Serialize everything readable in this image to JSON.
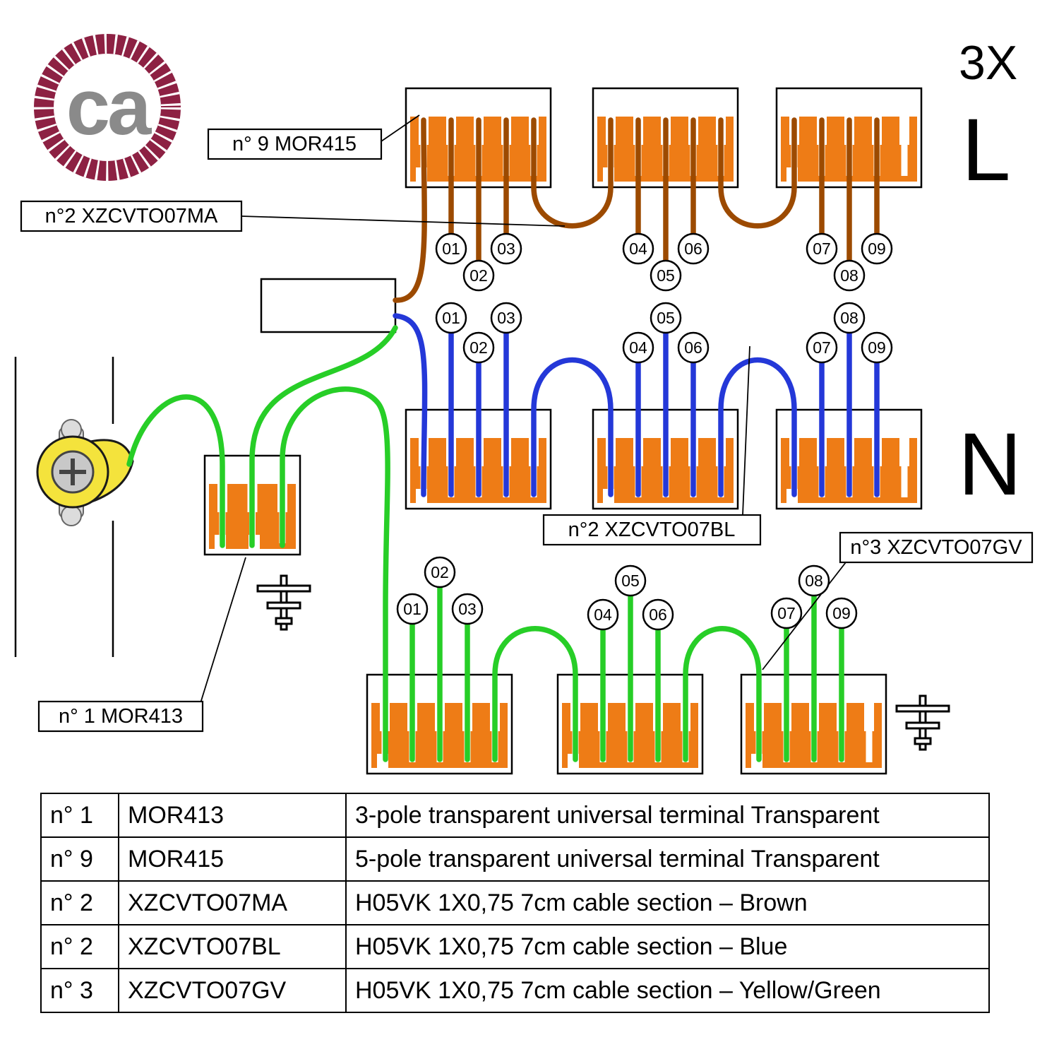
{
  "logo": {
    "text": "ca"
  },
  "circuit": {
    "multiplier": "3X",
    "lines": {
      "live": "L",
      "neutral": "N"
    },
    "wire_numbers": [
      "01",
      "02",
      "03",
      "04",
      "05",
      "06",
      "07",
      "08",
      "09"
    ],
    "wire_colors": {
      "live": "#9C4A00",
      "neutral": "#2438D8",
      "earth": "#27CE27"
    }
  },
  "colors": {
    "terminal_orange": "#EE7C16",
    "logo_maroon": "#8D2143",
    "logo_gray": "#8A8A8A",
    "eyelet_yellow": "#F4E33C"
  },
  "labels": {
    "mor415": "n° 9 MOR415",
    "xzcvto07ma": "n°2 XZCVTO07MA",
    "xzcvto07bl": "n°2 XZCVTO07BL",
    "xzcvto07gv": "n°3 XZCVTO07GV",
    "mor413": "n° 1  MOR413"
  },
  "table": {
    "rows": [
      {
        "qty": "n° 1",
        "code": "MOR413",
        "desc": "3-pole transparent universal terminal Transparent"
      },
      {
        "qty": "n° 9",
        "code": "MOR415",
        "desc": "5-pole transparent universal terminal Transparent"
      },
      {
        "qty": "n° 2",
        "code": "XZCVTO07MA",
        "desc": "H05VK 1X0,75 7cm cable section – Brown"
      },
      {
        "qty": "n° 2",
        "code": "XZCVTO07BL",
        "desc": "H05VK 1X0,75 7cm cable section – Blue"
      },
      {
        "qty": "n° 3",
        "code": "XZCVTO07GV",
        "desc": "H05VK 1X0,75 7cm cable section – Yellow/Green"
      }
    ]
  }
}
